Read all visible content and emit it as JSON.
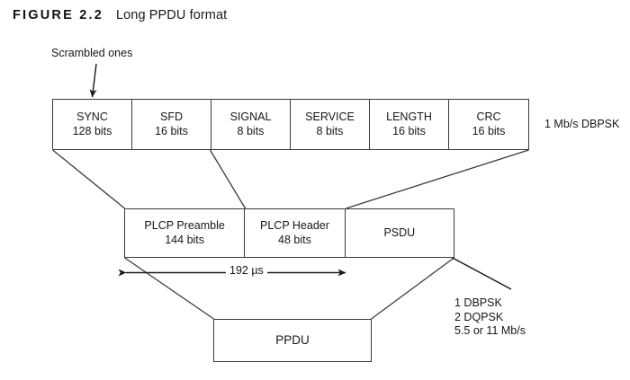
{
  "figure": {
    "label": "FIGURE 2.2",
    "caption": "Long PPDU format"
  },
  "annotations": {
    "scrambled_ones": "Scrambled ones",
    "top_row_rate": "1 Mb/s DBPSK",
    "duration": "192 µs",
    "modulations": [
      "1 DBPSK",
      "2 DQPSK",
      "5.5 or 11 Mb/s"
    ]
  },
  "top_row": {
    "fields": [
      {
        "name": "SYNC",
        "size": "128 bits"
      },
      {
        "name": "SFD",
        "size": "16 bits"
      },
      {
        "name": "SIGNAL",
        "size": "8 bits"
      },
      {
        "name": "SERVICE",
        "size": "8 bits"
      },
      {
        "name": "LENGTH",
        "size": "16 bits"
      },
      {
        "name": "CRC",
        "size": "16 bits"
      }
    ]
  },
  "middle_row": {
    "fields": [
      {
        "name": "PLCP Preamble",
        "size": "144 bits"
      },
      {
        "name": "PLCP Header",
        "size": "48 bits"
      },
      {
        "name": "PSDU",
        "size": ""
      }
    ]
  },
  "bottom_row": {
    "fields": [
      {
        "name": "PPDU"
      }
    ]
  },
  "colors": {
    "stroke": "#3b3b3b",
    "text": "#16171a",
    "background": "#ffffff"
  }
}
